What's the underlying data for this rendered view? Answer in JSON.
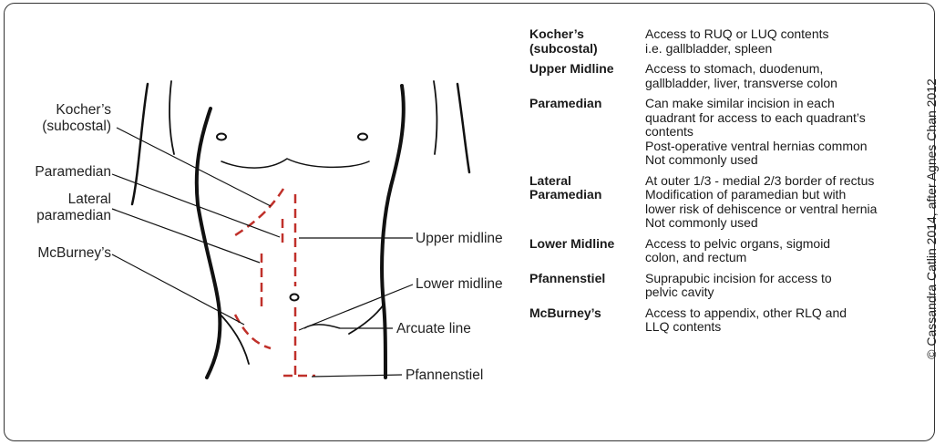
{
  "diagram": {
    "labels": {
      "kochers": "Kocher’s",
      "kochers_sub": "(subcostal)",
      "paramedian": "Paramedian",
      "lateral": "Lateral",
      "lateral_sub": "paramedian",
      "mcburneys": "McBurney’s",
      "upper_midline": "Upper midline",
      "lower_midline": "Lower midline",
      "arcuate_line": "Arcuate line",
      "pfannenstiel": "Pfannenstiel"
    },
    "incision_color": "#c0302a"
  },
  "legend": [
    {
      "term": "Kocher’s\n(subcostal)",
      "desc": "Access to RUQ or LUQ contents\ni.e. gallbladder, spleen"
    },
    {
      "term": "Upper Midline",
      "desc": "Access to stomach, duodenum,\ngallbladder, liver, transverse colon"
    },
    {
      "term": "Paramedian",
      "desc": "Can make similar incision in each\nquadrant for access to each quadrant’s\ncontents\nPost-operative ventral hernias common\nNot commonly used"
    },
    {
      "term": "Lateral\nParamedian",
      "desc": "At outer 1/3 - medial 2/3 border of rectus\nModification of paramedian but with\nlower risk of dehiscence or ventral hernia\nNot commonly used"
    },
    {
      "term": "Lower Midline",
      "desc": "Access to pelvic organs, sigmoid\ncolon, and rectum"
    },
    {
      "term": "Pfannenstiel",
      "desc": "Suprapubic incision for access to\npelvic cavity"
    },
    {
      "term": "McBurney’s",
      "desc": "Access to appendix, other RLQ and\nLLQ contents"
    }
  ],
  "credit": "© Cassandra Catlin 2014, after Agnes Chan 2012"
}
